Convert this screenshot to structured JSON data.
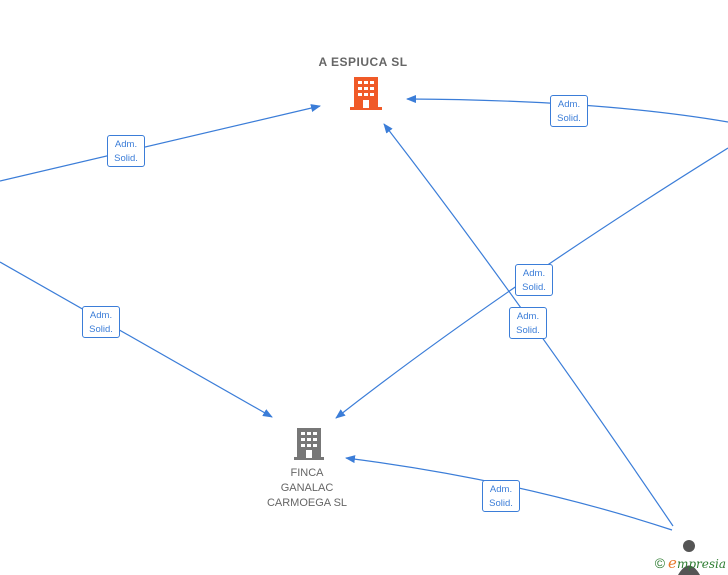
{
  "nodes": {
    "espiuca": {
      "name": "A ESPIUCA  SL",
      "color": "#f05a28"
    },
    "finca": {
      "name_lines": [
        "FINCA",
        "GANALAC",
        "CARMOEGA  SL"
      ],
      "color": "#777777"
    }
  },
  "edge_label": {
    "line1": "Adm.",
    "line2": "Solid."
  },
  "colors": {
    "edge": "#3b7dd8"
  },
  "footer": {
    "copyright": "©",
    "brand_initial": "e",
    "brand_rest": "mpresia"
  }
}
